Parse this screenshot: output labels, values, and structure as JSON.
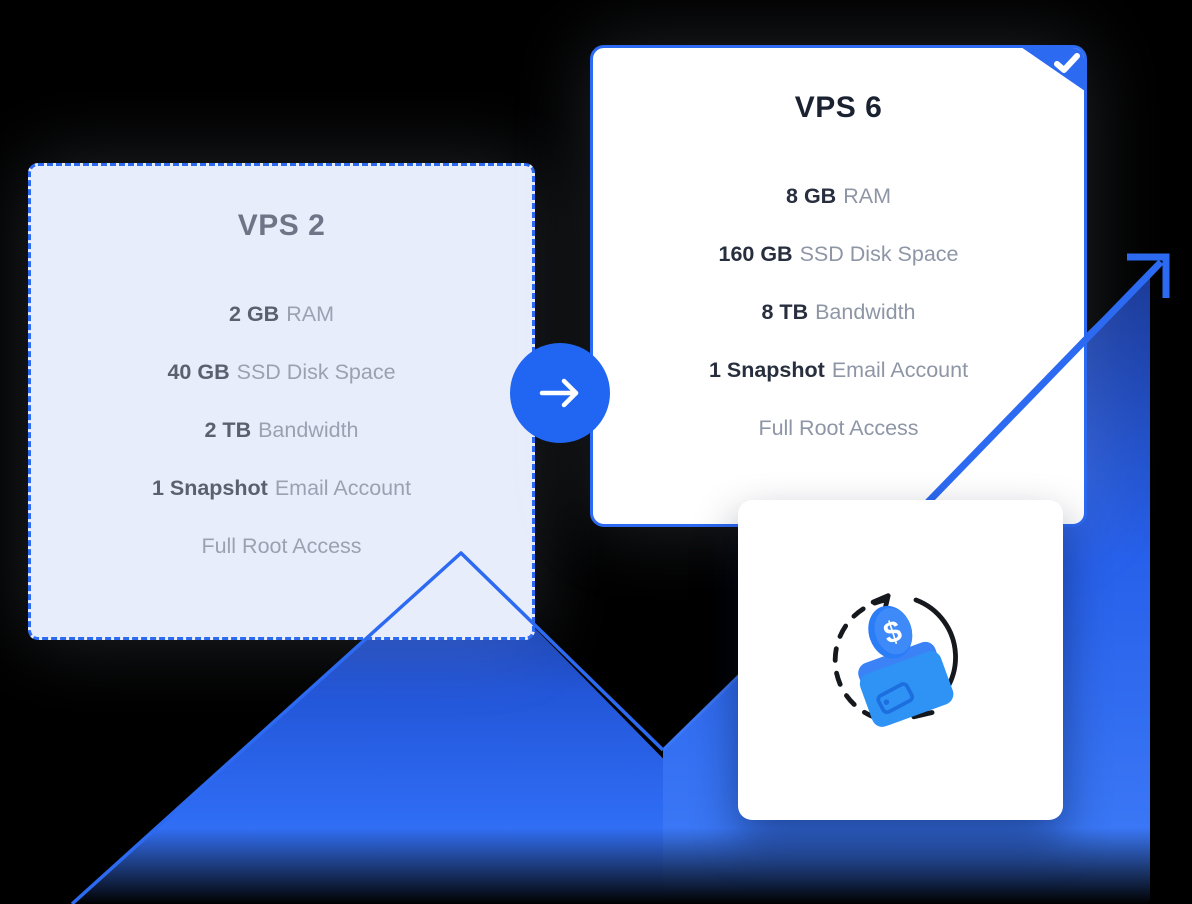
{
  "palette": {
    "background": "#000000",
    "accent_blue": "#2c6af2",
    "button_blue": "#2166f2",
    "card_from_bg": "#e8edfb",
    "card_to_bg": "#ffffff",
    "mountain_gradient_top": "#16338e",
    "mountain_gradient_bottom": "#3f7bf7",
    "plateau_gradient_top": "#1b3a97",
    "plateau_gradient_bottom": "#3f7df8"
  },
  "plan_from": {
    "title": "VPS 2",
    "features": [
      {
        "bold": "2 GB",
        "rest": "RAM"
      },
      {
        "bold": "40 GB",
        "rest": "SSD Disk Space"
      },
      {
        "bold": "2 TB",
        "rest": "Bandwidth"
      },
      {
        "bold": "1 Snapshot",
        "rest": "Email Account"
      },
      {
        "bold": "",
        "rest": "Full Root Access"
      }
    ]
  },
  "plan_to": {
    "title": "VPS 6",
    "selected": true,
    "features": [
      {
        "bold": "8 GB",
        "rest": "RAM"
      },
      {
        "bold": "160 GB",
        "rest": "SSD Disk Space"
      },
      {
        "bold": "8 TB",
        "rest": "Bandwidth"
      },
      {
        "bold": "1 Snapshot",
        "rest": "Email Account"
      },
      {
        "bold": "",
        "rest": "Full Root Access"
      }
    ]
  },
  "icons": {
    "upgrade_button": "arrow-right-icon",
    "selected_badge": "check-icon",
    "wallet_card": "money-back-wallet-icon",
    "growth": "arrow-up-right-icon"
  }
}
